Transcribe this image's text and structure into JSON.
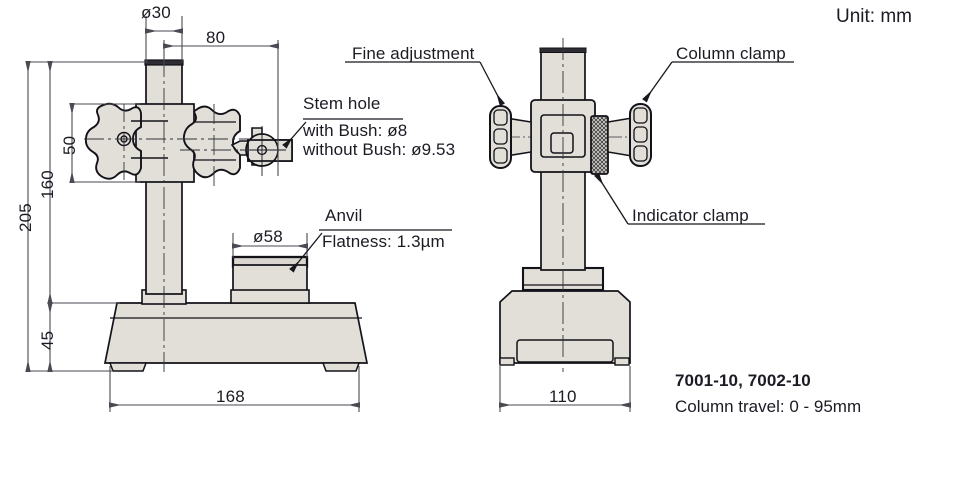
{
  "drawing": {
    "unit_note": "Unit: mm",
    "model_numbers": "7001-10, 7002-10",
    "column_travel": "Column travel: 0 - 95mm",
    "colors": {
      "part_fill": "#e2dfd8",
      "outline": "#121218",
      "dimension_line": "#4a4a52",
      "text": "#1b1b24",
      "background": "#ffffff"
    }
  },
  "front_view": {
    "dimensions": {
      "column_diameter": "ø30",
      "reach": "80",
      "clamp_height": "50",
      "column_height": "160",
      "total_height": "205",
      "base_height": "45",
      "base_width": "168",
      "anvil_diameter": "ø58"
    },
    "callouts": {
      "stem_hole_title": "Stem hole",
      "stem_hole_with_bush": "with Bush: ø8",
      "stem_hole_without_bush": "without Bush: ø9.53",
      "anvil_title": "Anvil",
      "anvil_flatness": "Flatness: 1.3µm"
    }
  },
  "side_view": {
    "dimensions": {
      "base_depth": "110"
    },
    "callouts": {
      "fine_adjustment": "Fine adjustment",
      "column_clamp": "Column clamp",
      "indicator_clamp": "Indicator clamp"
    }
  }
}
